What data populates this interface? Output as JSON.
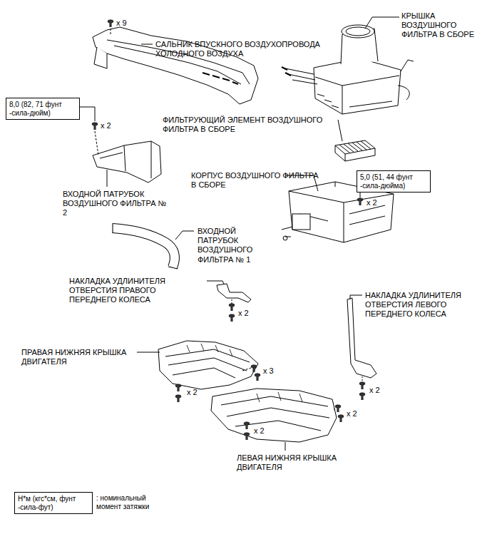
{
  "diagram": {
    "nodes": [
      {
        "text": [
          "8,0 (82, 71 фунт -сила-дюйм)"
        ]
      },
      {
        "text": [
          "5,0 (51, 44 фунт -сила-дюйма)"
        ]
      },
      {
        "text": [
          "Н*м (кгс*см, фунт -сила-фут)",
          ": номинальный момент затяжки"
        ]
      }
    ],
    "labels": [
      "x 9",
      "САЛЬНИК ВПУСКНОГО ВОЗДУХОПРОВОДА ХОЛОДНОГО ВОЗДУХА",
      "КРЫШКА ВОЗДУШНОГО ФИЛЬТРА В СБОРЕ",
      "x 2",
      "ФИЛЬТРУЮЩИЙ ЭЛЕМЕНТ ВОЗДУШНОГО ФИЛЬТРА В СБОРЕ",
      "КОРПУС ВОЗДУШНОГО ФИЛЬТРА В СБОРЕ",
      "x 2",
      "ВХОДНОЙ ПАТРУБОК ВОЗДУШНОГО ФИЛЬТРА № 2",
      "ВХОДНОЙ ПАТРУБОК ВОЗДУШНОГО ФИЛЬТРА № 1",
      "НАКЛАДКА УДЛИНИТЕЛЯ ОТВЕРСТИЯ ПРАВОГО ПЕРЕДНЕГО КОЛЕСА",
      "x 2",
      "НАКЛАДКА УДЛИНИТЕЛЯ ОТВЕРСТИЯ ЛЕВОГО ПЕРЕДНЕГО КОЛЕСА",
      "ПРАВАЯ НИЖНЯЯ КРЫШКА ДВИГАТЕЛЯ",
      "x 3",
      "x 2",
      "x 2",
      "x 2",
      "x 2",
      "ЛЕВАЯ НИЖНЯЯ КРЫШКА ДВИГАТЕЛЯ"
    ]
  }
}
